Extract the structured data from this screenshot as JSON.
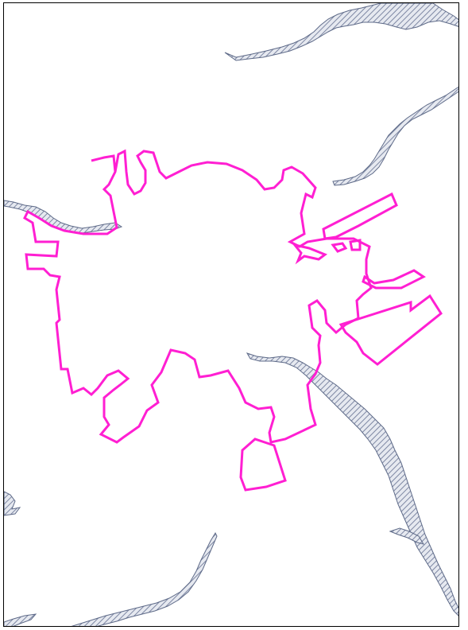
{
  "map": {
    "colors": {
      "background": "#ffffff",
      "frame": "#000000",
      "boundary": "#ff1fd2",
      "water_fill": "#c9cfdc",
      "water_outline": "#5e6a88"
    },
    "layers": [
      {
        "id": "water",
        "kind": "hatched-polygons",
        "count": 7
      },
      {
        "id": "boundary",
        "kind": "outline-polygons",
        "count": 4
      }
    ]
  }
}
